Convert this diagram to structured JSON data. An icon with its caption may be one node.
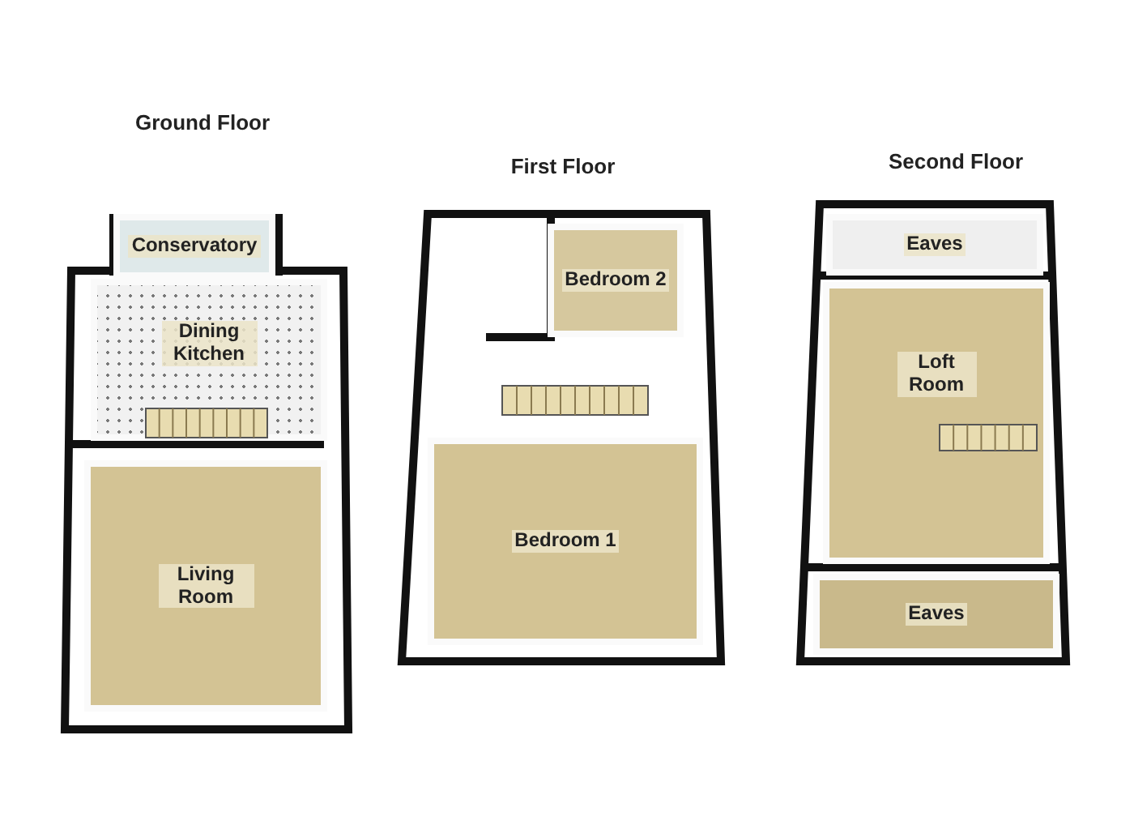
{
  "diagram": {
    "nodes": [
      {
        "text": [
          "Ground Floor"
        ]
      },
      {
        "text": [
          "Conservatory"
        ],
        "in": 0
      },
      {
        "text": [
          "Dining Kitchen"
        ],
        "in": 0
      },
      {
        "text": [
          "Living Room"
        ],
        "in": 0
      },
      {
        "text": [
          "First Floor"
        ]
      },
      {
        "text": [
          "Bedroom 2"
        ],
        "in": 4
      },
      {
        "text": [
          "Bedroom 1"
        ],
        "in": 4
      },
      {
        "text": [
          "Second Floor"
        ]
      },
      {
        "text": [
          "Eaves"
        ],
        "in": 7
      },
      {
        "text": [
          "Loft Room"
        ],
        "in": 7
      },
      {
        "text": [
          "Eaves"
        ],
        "in": 7
      }
    ]
  }
}
